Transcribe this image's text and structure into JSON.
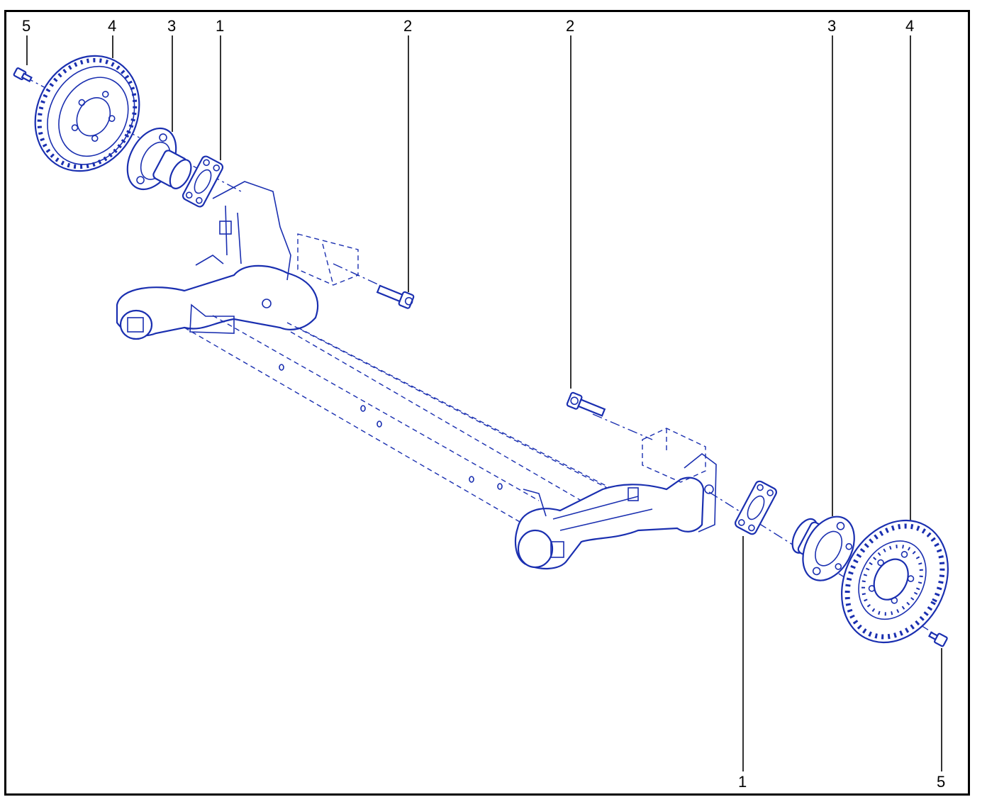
{
  "diagram": {
    "ink_color": "#1a2fb0",
    "frame_color": "#000000",
    "callouts": [
      {
        "id": "c5-left",
        "text": "5"
      },
      {
        "id": "c4-left",
        "text": "4"
      },
      {
        "id": "c3-left",
        "text": "3"
      },
      {
        "id": "c1-left",
        "text": "1"
      },
      {
        "id": "c2-left",
        "text": "2"
      },
      {
        "id": "c2-right",
        "text": "2"
      },
      {
        "id": "c3-right",
        "text": "3"
      },
      {
        "id": "c4-right",
        "text": "4"
      },
      {
        "id": "c1-right",
        "text": "1"
      },
      {
        "id": "c5-right",
        "text": "5"
      }
    ],
    "parts": [
      {
        "ref": "1",
        "icon": "flange-plate-icon"
      },
      {
        "ref": "2",
        "icon": "bolt-icon"
      },
      {
        "ref": "3",
        "icon": "wheel-hub-icon"
      },
      {
        "ref": "4",
        "icon": "brake-drum-icon"
      },
      {
        "ref": "5",
        "icon": "screw-icon"
      }
    ]
  }
}
